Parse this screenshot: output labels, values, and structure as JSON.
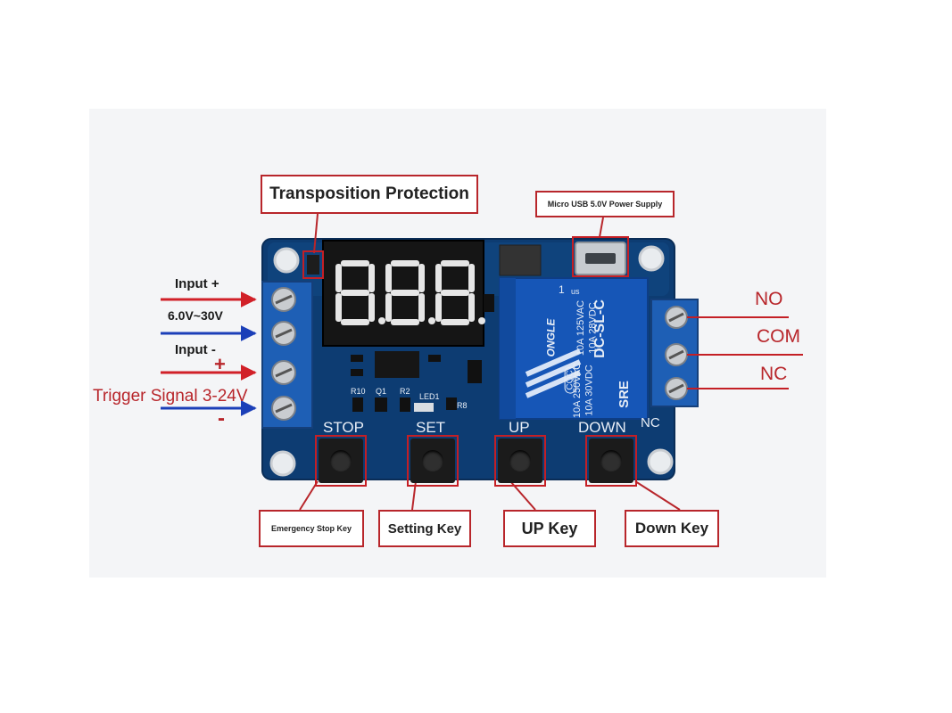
{
  "callouts": {
    "transposition_protection": "Transposition Protection",
    "micro_usb": "Micro USB 5.0V Power Supply",
    "emergency_stop_key": "Emergency Stop Key",
    "setting_key": "Setting Key",
    "up_key": "UP Key",
    "down_key": "Down Key"
  },
  "input_labels": {
    "input_plus": "Input +",
    "voltage_range": "6.0V~30V",
    "input_minus": "Input -",
    "trigger_plus": "+",
    "trigger_signal": "Trigger Signal 3-24V",
    "trigger_minus": "-"
  },
  "output_labels": {
    "no": "NO",
    "com": "COM",
    "nc": "NC"
  },
  "board": {
    "buttons": [
      "STOP",
      "SET",
      "UP",
      "DOWN"
    ],
    "display_digits": "8.8.8.",
    "silkscreen": {
      "r10": "R10",
      "q1": "Q1",
      "r2": "R2",
      "led1": "LED1",
      "r8": "R8",
      "nc_mark": "NC"
    }
  },
  "relay": {
    "brand": "ONGLE",
    "model": "DC-SL-C",
    "rating_ac": "10A 125VAC",
    "rating_dc": "10A 28VDC",
    "rating_dc2": "10A 30VDC",
    "rating_3": "10A 250VAC",
    "sre": "SRE",
    "number": "1",
    "cqc": "CQC",
    "cert": "us"
  },
  "colors": {
    "pcb": "#0d3c72",
    "relay": "#1656b7",
    "terminal": "#1e5fb5",
    "callout_border": "#b8262b",
    "arrow_red": "#d12028",
    "arrow_blue": "#1b3fb8"
  }
}
